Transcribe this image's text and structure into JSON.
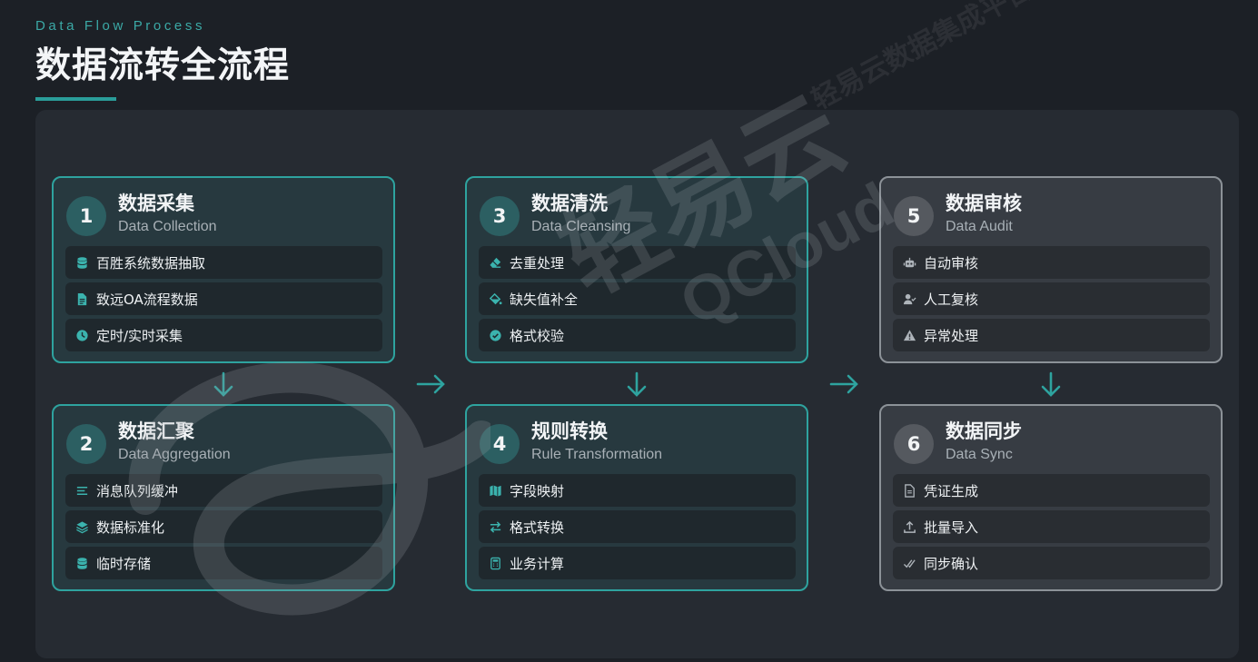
{
  "header": {
    "subtitle": "Data Flow Process",
    "title": "数据流转全流程"
  },
  "watermark": {
    "top_right": "轻易云数据集成平台",
    "center_cn": "轻易云",
    "center_en": "QCloud"
  },
  "colors": {
    "accent": "#2ea39f",
    "audit_border": "#8c9298",
    "background": "#1c2026",
    "panel": "#262b32"
  },
  "steps": [
    {
      "num": "1",
      "title": "数据采集",
      "sub": "Data Collection",
      "items": [
        {
          "icon": "database-icon",
          "label": "百胜系统数据抽取"
        },
        {
          "icon": "file-icon",
          "label": "致远OA流程数据"
        },
        {
          "icon": "clock-icon",
          "label": "定时/实时采集"
        }
      ]
    },
    {
      "num": "2",
      "title": "数据汇聚",
      "sub": "Data Aggregation",
      "items": [
        {
          "icon": "list-icon",
          "label": "消息队列缓冲"
        },
        {
          "icon": "layers-icon",
          "label": "数据标准化"
        },
        {
          "icon": "database-icon",
          "label": "临时存储"
        }
      ]
    },
    {
      "num": "3",
      "title": "数据清洗",
      "sub": "Data Cleansing",
      "items": [
        {
          "icon": "eraser-icon",
          "label": "去重处理"
        },
        {
          "icon": "fill-icon",
          "label": "缺失值补全"
        },
        {
          "icon": "check-circle-icon",
          "label": "格式校验"
        }
      ]
    },
    {
      "num": "4",
      "title": "规则转换",
      "sub": "Rule Transformation",
      "items": [
        {
          "icon": "map-icon",
          "label": "字段映射"
        },
        {
          "icon": "exchange-icon",
          "label": "格式转换"
        },
        {
          "icon": "calculator-icon",
          "label": "业务计算"
        }
      ]
    },
    {
      "num": "5",
      "title": "数据审核",
      "sub": "Data Audit",
      "items": [
        {
          "icon": "robot-icon",
          "label": "自动审核"
        },
        {
          "icon": "user-check-icon",
          "label": "人工复核"
        },
        {
          "icon": "warning-icon",
          "label": "异常处理"
        }
      ]
    },
    {
      "num": "6",
      "title": "数据同步",
      "sub": "Data Sync",
      "items": [
        {
          "icon": "file-icon",
          "label": "凭证生成"
        },
        {
          "icon": "upload-icon",
          "label": "批量导入"
        },
        {
          "icon": "double-check-icon",
          "label": "同步确认"
        }
      ]
    }
  ]
}
